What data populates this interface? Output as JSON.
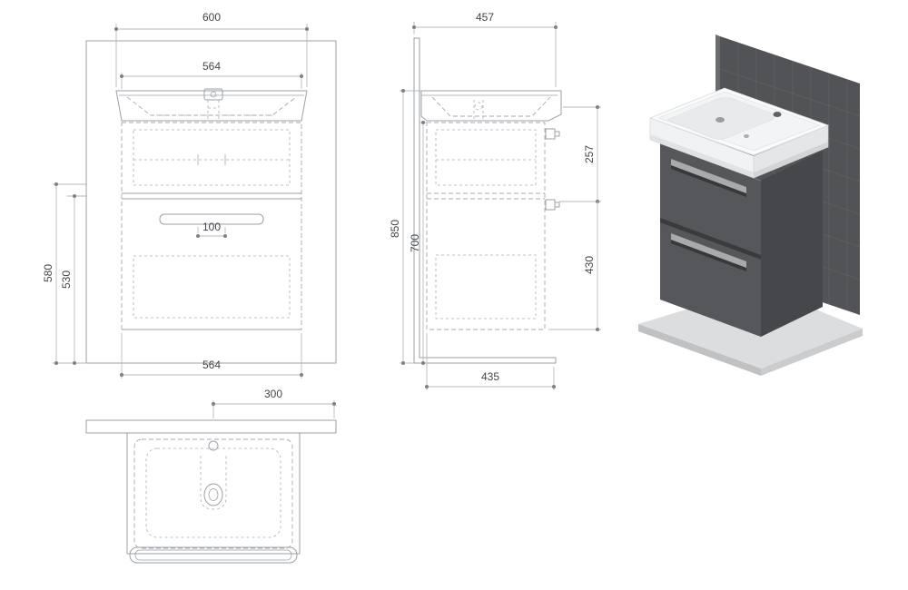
{
  "drawing": {
    "front": {
      "top_width": "600",
      "basin_width": "564",
      "handle_spacing": "100",
      "height_outer": "580",
      "height_inner": "530",
      "bottom_width": "564"
    },
    "side": {
      "depth_top": "457",
      "total_height": "850",
      "cabinet_height": "700",
      "upper_offset": "257",
      "lower_offset": "430",
      "depth_bottom": "435"
    },
    "top": {
      "center_offset": "300"
    }
  },
  "render": {
    "panel_color": "#525356",
    "floor_color": "#dcdddf",
    "cabinet_front_color": "#55575a",
    "cabinet_side_color": "#46474a",
    "basin_top_color": "#fafbfb",
    "handle_color": "#a8aaac"
  }
}
